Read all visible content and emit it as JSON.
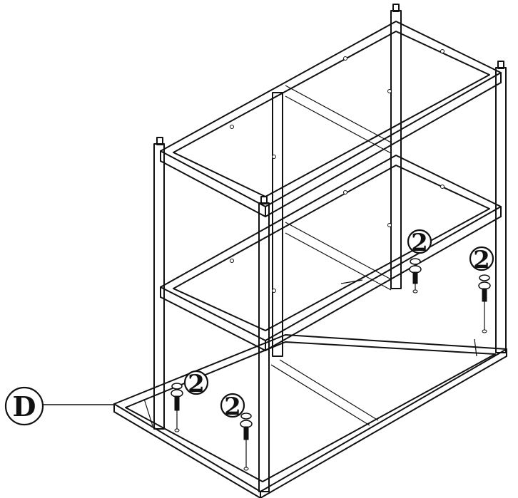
{
  "part_label": "D",
  "screw_callouts": [
    {
      "text": "2"
    },
    {
      "text": "2"
    },
    {
      "text": "2"
    },
    {
      "text": "2"
    }
  ]
}
